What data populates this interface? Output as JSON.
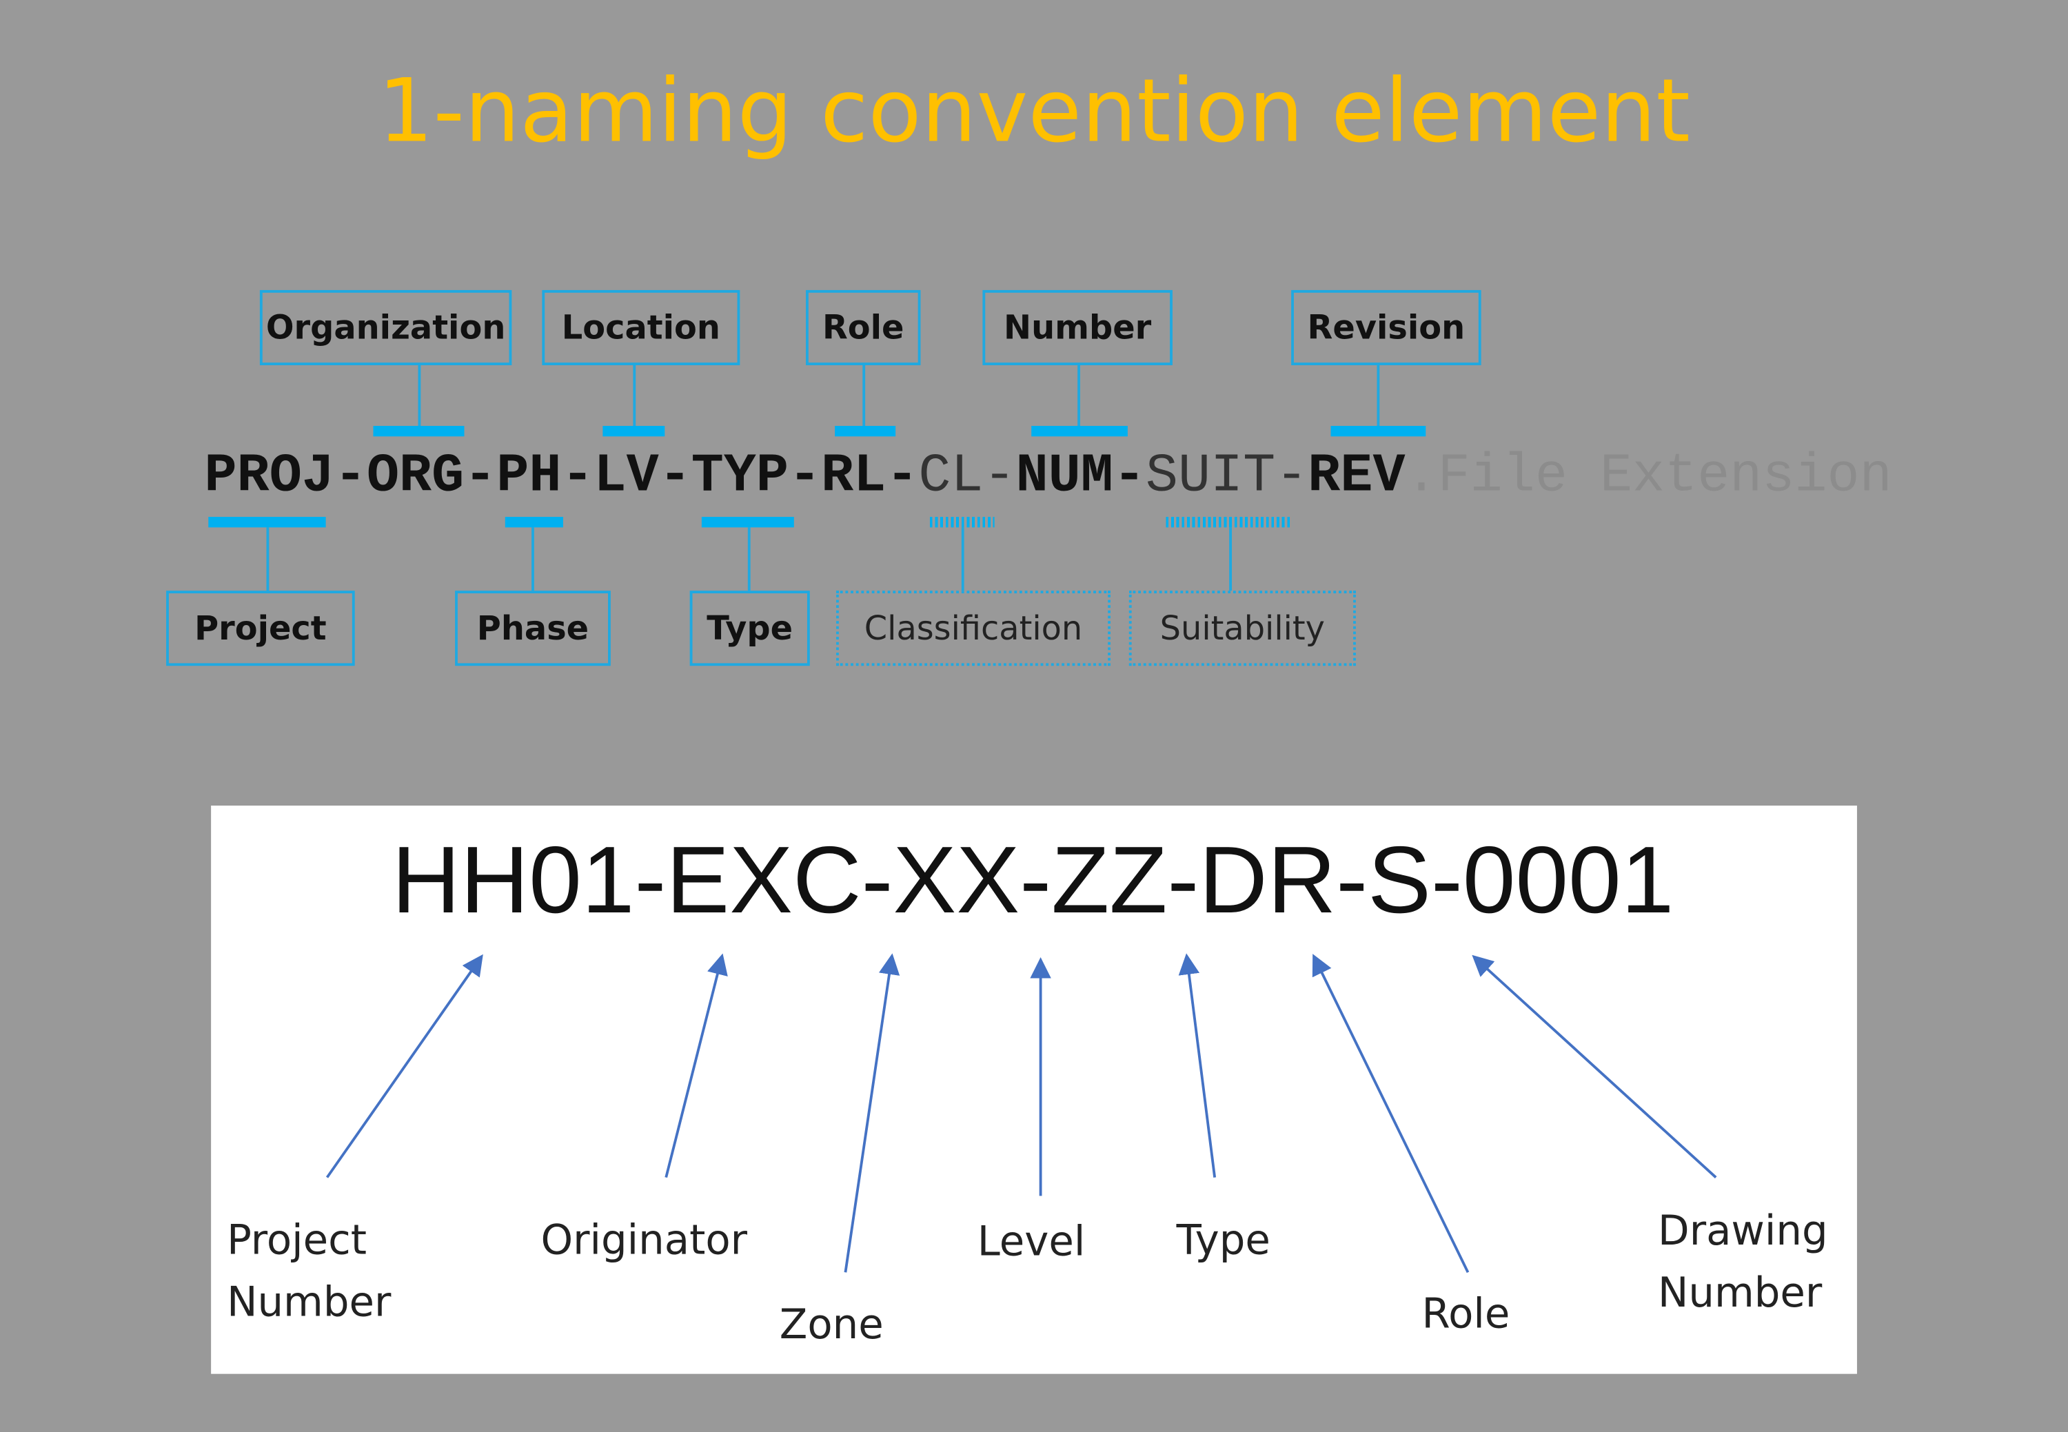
{
  "title": "1-naming convention element",
  "top_labels": [
    "Organization",
    "Location",
    "Role",
    "Number",
    "Revision"
  ],
  "bottom_labels": [
    "Project",
    "Phase",
    "Type",
    "Classification",
    "Suitability"
  ],
  "code_segments": [
    {
      "text": "PROJ",
      "style": "bold"
    },
    {
      "text": "-",
      "style": "bold"
    },
    {
      "text": "ORG",
      "style": "bold"
    },
    {
      "text": "-",
      "style": "bold"
    },
    {
      "text": "PH",
      "style": "bold"
    },
    {
      "text": "-",
      "style": "bold"
    },
    {
      "text": "LV",
      "style": "bold"
    },
    {
      "text": "-",
      "style": "bold"
    },
    {
      "text": "TYP",
      "style": "bold"
    },
    {
      "text": "-",
      "style": "bold"
    },
    {
      "text": "RL",
      "style": "bold"
    },
    {
      "text": "-",
      "style": "bold"
    },
    {
      "text": "CL",
      "style": "light"
    },
    {
      "text": "-",
      "style": "light"
    },
    {
      "text": "NUM",
      "style": "bold"
    },
    {
      "text": "-",
      "style": "bold"
    },
    {
      "text": "SUIT",
      "style": "light"
    },
    {
      "text": "-",
      "style": "light"
    },
    {
      "text": "REV",
      "style": "bold"
    },
    {
      "text": ".File Extension",
      "style": "faint"
    }
  ],
  "example": {
    "code": "HH01-EXC-XX-ZZ-DR-S-0001",
    "annotations": [
      "Project\nNumber",
      "Originator",
      "Zone",
      "Level",
      "Type",
      "Role",
      "Drawing\nNumber"
    ]
  },
  "colors": {
    "background": "#999999",
    "title": "#FFC000",
    "accent": "#00B0F0",
    "arrow": "#4472C4"
  }
}
